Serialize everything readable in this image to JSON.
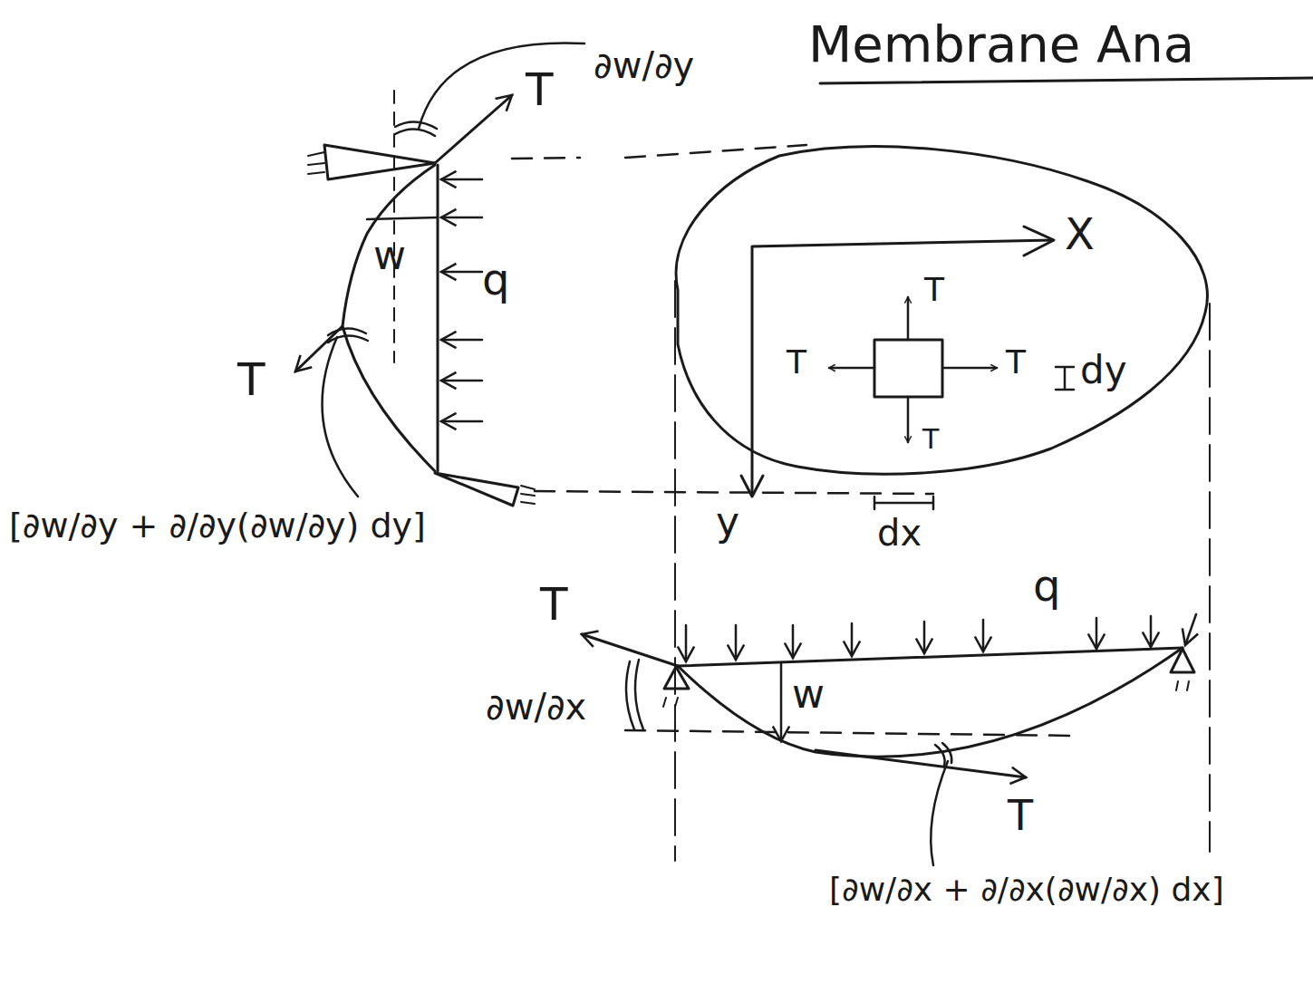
{
  "diagram": {
    "title": "Membrane Ana",
    "labels": [
      "∂w/∂y",
      "T",
      "w",
      "q",
      "T",
      "[∂w/∂y + ∂/∂y(∂w/∂y) dy]",
      "X",
      "T",
      "T",
      "T",
      "T",
      "dy",
      "y",
      "dx",
      "q",
      "T",
      "∂w/∂x",
      "w",
      "T",
      "[∂w/∂x + ∂/∂x(∂w/∂x) dx]"
    ]
  }
}
